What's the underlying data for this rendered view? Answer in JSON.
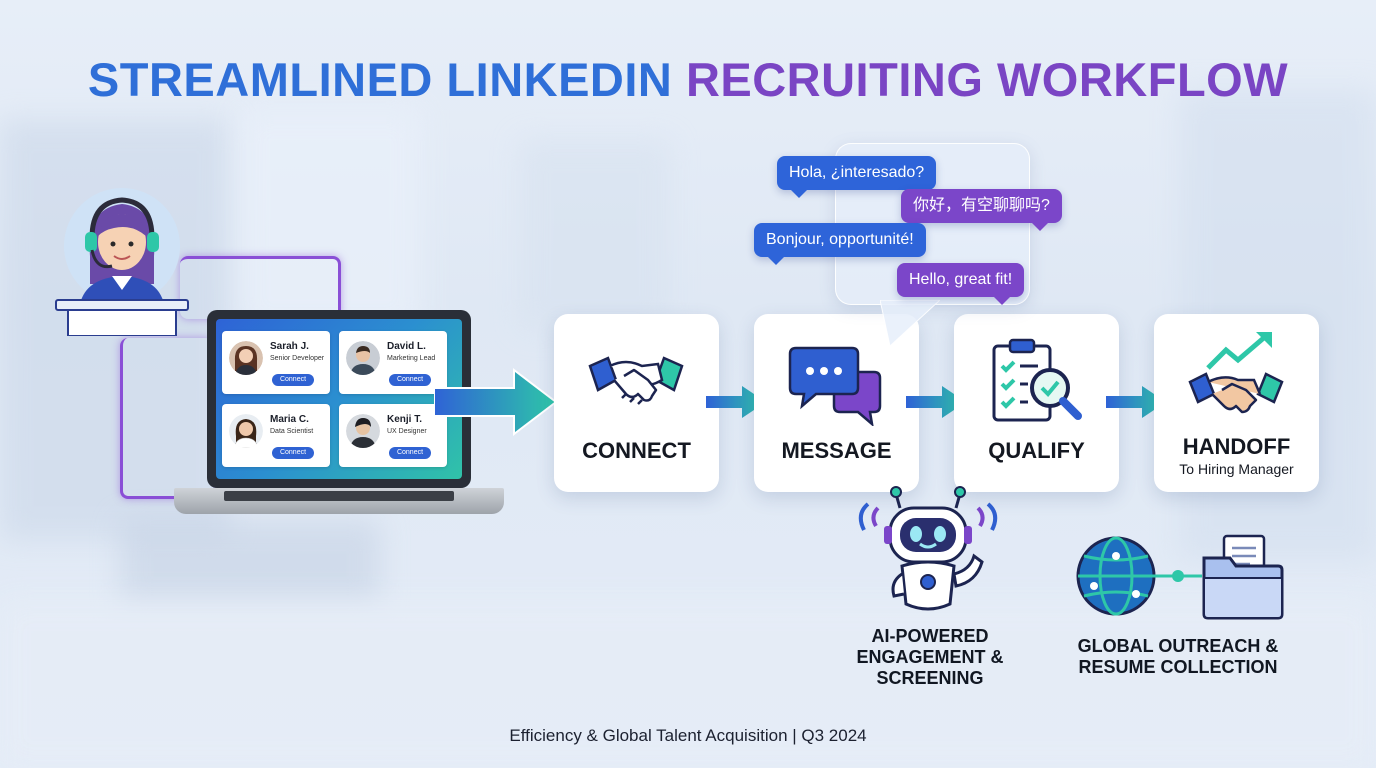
{
  "title": {
    "part1": "STREAMLINED LINKEDIN",
    "part2": "RECRUITING WORKFLOW"
  },
  "profiles": [
    {
      "name": "Sarah J.",
      "role": "Senior Developer",
      "button": "Connect"
    },
    {
      "name": "David L.",
      "role": "Marketing Lead",
      "button": "Connect"
    },
    {
      "name": "Maria C.",
      "role": "Data Scientist",
      "button": "Connect"
    },
    {
      "name": "Kenji T.",
      "role": "UX Designer",
      "button": "Connect"
    }
  ],
  "messages": [
    {
      "text": "Hola, ¿interesado?",
      "color": "#2e64d9"
    },
    {
      "text": "你好，有空聊聊吗?",
      "color": "#7b46c9"
    },
    {
      "text": "Bonjour, opportunité!",
      "color": "#2e64d9"
    },
    {
      "text": "Hello, great fit!",
      "color": "#7b46c9"
    }
  ],
  "steps": [
    {
      "label": "CONNECT",
      "icon": "handshake-icon"
    },
    {
      "label": "MESSAGE",
      "icon": "chat-bubbles-icon"
    },
    {
      "label": "QUALIFY",
      "icon": "clipboard-magnifier-icon"
    },
    {
      "label": "HANDOFF",
      "sublabel": "To Hiring Manager",
      "icon": "handshake-growth-icon"
    }
  ],
  "features": [
    {
      "label_lines": [
        "AI-POWERED",
        "ENGAGEMENT &",
        "SCREENING"
      ],
      "icon": "robot-icon"
    },
    {
      "label_lines": [
        "GLOBAL OUTREACH &",
        "RESUME COLLECTION"
      ],
      "icon": "globe-folder-icon"
    }
  ],
  "footer": "Efficiency & Global Talent Acquisition | Q3 2024",
  "colors": {
    "blue": "#2f6fd8",
    "purple": "#7a45c4",
    "teal": "#2ec7a8",
    "dark": "#141821"
  }
}
